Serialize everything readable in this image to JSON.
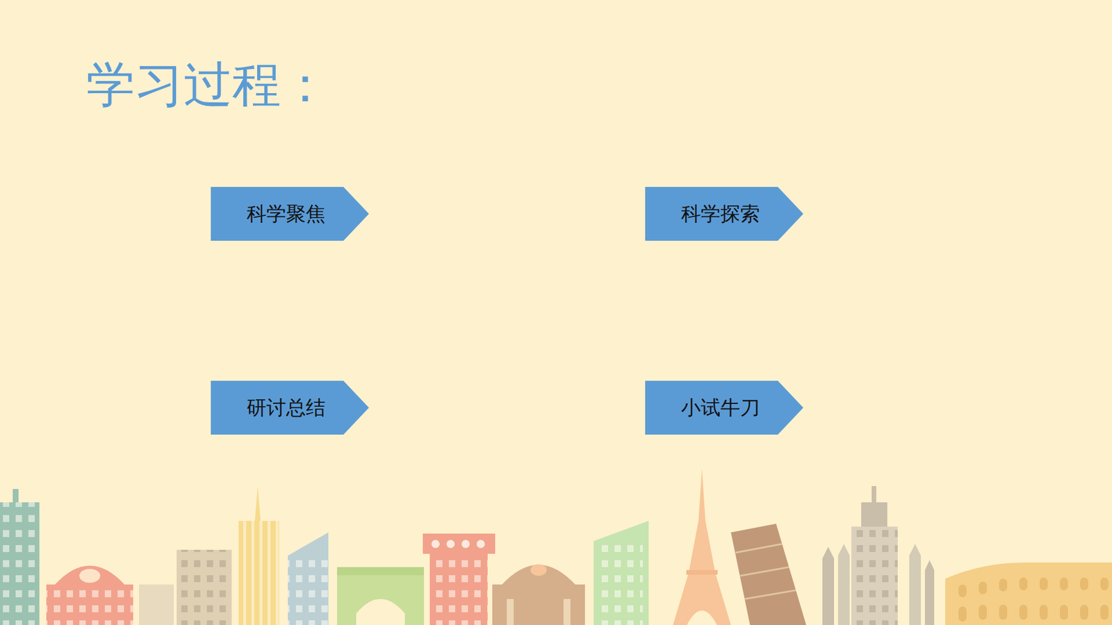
{
  "diagram": {
    "title": "学习过程：",
    "nodes": [
      {
        "text": [
          "科学聚焦"
        ]
      },
      {
        "text": [
          "科学探索"
        ]
      },
      {
        "text": [
          "研讨总结"
        ]
      },
      {
        "text": [
          "小试牛刀"
        ]
      }
    ]
  }
}
